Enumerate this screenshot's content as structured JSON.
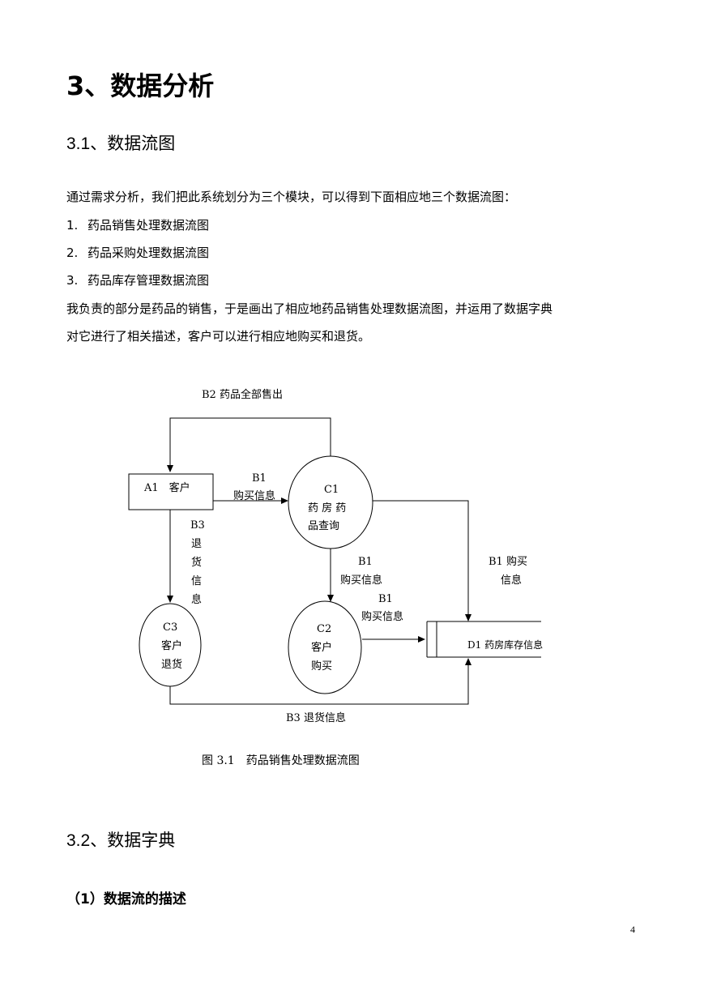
{
  "heading": "3、数据分析",
  "section1": {
    "title": "3.1、数据流图",
    "intro": "通过需求分析，我们把此系统划分为三个模块，可以得到下面相应地三个数据流图：",
    "items": [
      {
        "num": "1.",
        "text": "药品销售处理数据流图"
      },
      {
        "num": "2.",
        "text": "药品采购处理数据流图"
      },
      {
        "num": "3.",
        "text": "药品库存管理数据流图"
      }
    ],
    "para_line1": "我负责的部分是药品的销售，于是画出了相应地药品销售处理数据流图，并运用了数据字典",
    "para_line2": "对它进行了相关描述，客户可以进行相应地购买和退货。"
  },
  "diagram": {
    "b2_label": "B2 药品全部售出",
    "a1_label": "A1　客户",
    "b1_top_code": "B1",
    "b1_top_text": "购买信息",
    "c1_code": "C1",
    "c1_line1": "药 房 药",
    "c1_line2": "品查询",
    "b3_vertical": [
      "B3",
      "退",
      "货",
      "信",
      "息"
    ],
    "b1_mid_code": "B1",
    "b1_mid_text": "购买信息",
    "b1_right_line1": "B1 购买",
    "b1_right_line2": "信息",
    "b1_low_code": "B1",
    "b1_low_text": "购买信息",
    "c3_lines": [
      "C3",
      "客户",
      "退货"
    ],
    "c2_lines": [
      "C2",
      "客户",
      "购买"
    ],
    "d1_label": "D1 药房库存信息",
    "b3_bottom_label": "B3  退货信息",
    "caption": "图 3.1　药品销售处理数据流图"
  },
  "section2": {
    "title": "3.2、数据字典",
    "subtitle": "（1）数据流的描述"
  },
  "page_number": "4"
}
